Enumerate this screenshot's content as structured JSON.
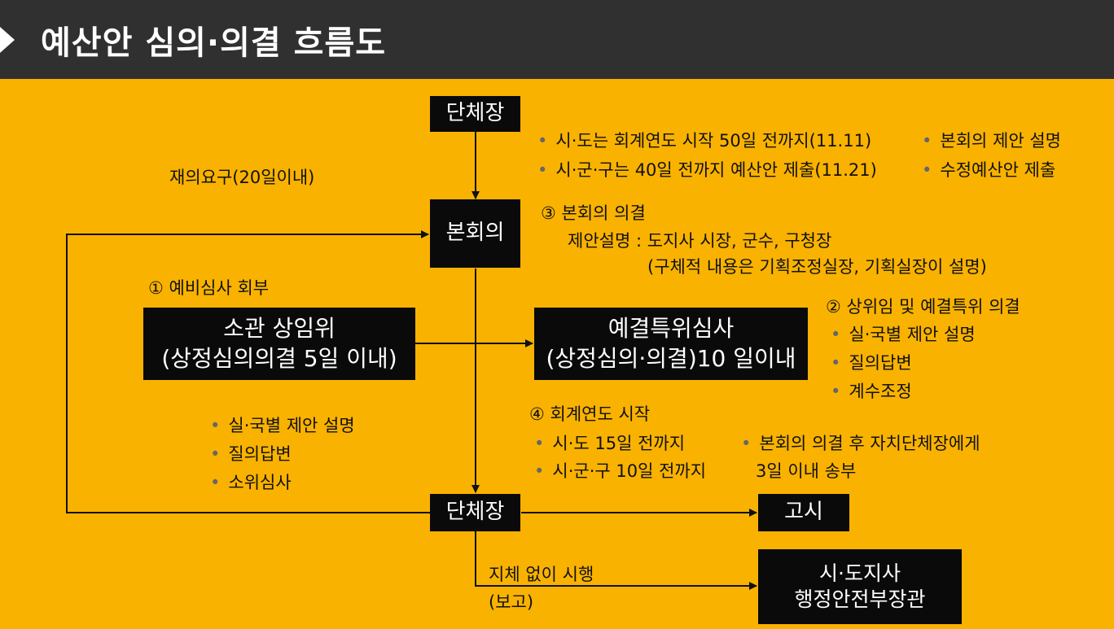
{
  "header": {
    "title": "예산안 심의·의결 흐름도"
  },
  "boxes": {
    "head_top": "단체장",
    "plenary": "본회의",
    "standing_line1": "소관 상임위",
    "standing_line2": "(상정심의의결 5일 이내)",
    "budget_line1": "예결특위심사",
    "budget_line2": "(상정심의·의결)10 일이내",
    "head_bottom": "단체장",
    "notice": "고시",
    "gov_line1": "시·도지사",
    "gov_line2": "행정안전부장관"
  },
  "submission_notes": [
    "시·도는 회계연도 시작 50일 전까지(11.11)",
    "시·군·구는 40일 전까지 예산안 제출(11.21)"
  ],
  "plenary_explain_notes": [
    "본회의 제안 설명",
    "수정예산안 제출"
  ],
  "reconsideration": "재의요구(20일이내)",
  "step3": {
    "title": "③ 본회의 의결",
    "line1": "제안설명 : 도지사 시장, 군수, 구청장",
    "line2": "(구체적 내용은 기획조정실장, 기획실장이 설명)"
  },
  "step1": {
    "title": "① 예비심사 회부"
  },
  "step2": {
    "title": "② 상위임 및 예결특위 의결",
    "items": [
      "실·국별 제안 설명",
      "질의답변",
      "계수조정"
    ]
  },
  "standing_items": [
    "실·국별 제안 설명",
    "질의답변",
    "소위심사"
  ],
  "step4": {
    "title": "④ 회계연도 시작",
    "items": [
      "시·도 15일 전까지",
      "시·군·구 10일 전까지"
    ],
    "note_line1": "본회의 의결 후 자치단체장에게",
    "note_line2": "3일 이내 송부"
  },
  "execute": {
    "line1": "지체 없이 시행",
    "line2": "(보고)"
  },
  "colors": {
    "background": "#F9B200",
    "header": "#303030",
    "box": "#0a0a0a"
  },
  "icons": [
    "play-arrow-icon"
  ]
}
